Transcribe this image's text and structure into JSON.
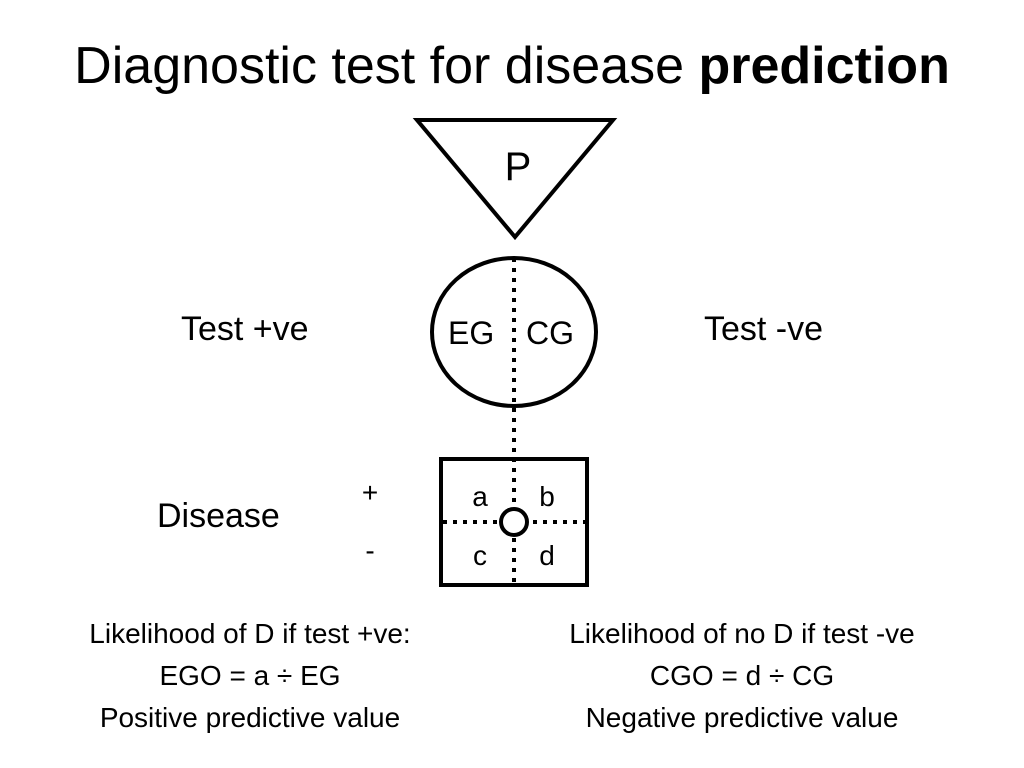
{
  "title": {
    "regular": "Diagnostic test for disease",
    "bold": "prediction"
  },
  "population_label": "P",
  "groups": {
    "exposed": "EG",
    "control": "CG"
  },
  "test_positive_label": "Test +ve",
  "test_negative_label": "Test -ve",
  "disease_label": "Disease",
  "disease_signs": {
    "positive": "+",
    "negative": "-"
  },
  "cells": {
    "a": "a",
    "b": "b",
    "c": "c",
    "d": "d"
  },
  "left_formula": {
    "line1": "Likelihood of D if test +ve:",
    "line2": "EGO = a ÷ EG",
    "line3": "Positive predictive value"
  },
  "right_formula": {
    "line1": "Likelihood of no D if test -ve",
    "line2": "CGO = d ÷ CG",
    "line3": "Negative predictive value"
  }
}
